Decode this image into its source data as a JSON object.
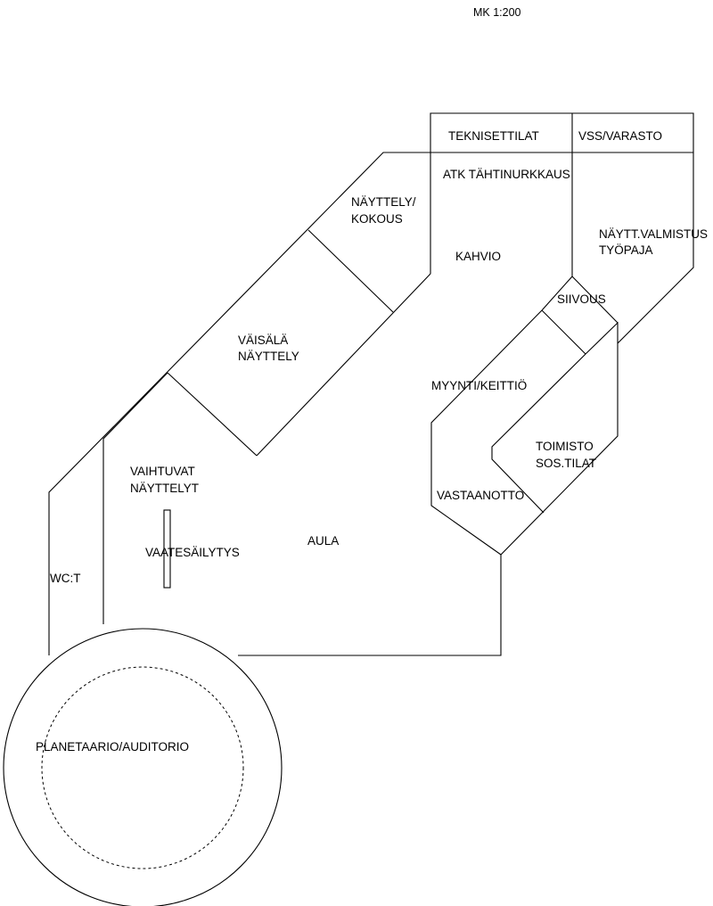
{
  "scale": "MK 1:200",
  "rooms": {
    "teknisettilat": "TEKNISETTILAT",
    "vss_varasto": "VSS/VARASTO",
    "atk_tahtinurkkaus": "ATK TÄHTINURKKAUS",
    "nayttely_kokous_1": "NÄYTTELY/",
    "nayttely_kokous_2": "KOKOUS",
    "kahvio": "KAHVIO",
    "naytt_valmistus_1": "NÄYTT.VALMISTUS",
    "naytt_valmistus_2": "TYÖPAJA",
    "siivous": "SIIVOUS",
    "vaisala_1": "VÄISÄLÄ",
    "vaisala_2": "NÄYTTELY",
    "myynti_keittio": "MYYNTI/KEITTIÖ",
    "toimisto_1": "TOIMISTO",
    "toimisto_2": "SOS.TILAT",
    "vaihtuvat_1": "VAIHTUVAT",
    "vaihtuvat_2": "NÄYTTELYT",
    "vastaanotto": "VASTAANOTTO",
    "vaatesailytys": "VAATESÄILYTYS",
    "aula": "AULA",
    "wc": "WC:T",
    "planetaario": "PLANETAARIO/AUDITORIO"
  }
}
